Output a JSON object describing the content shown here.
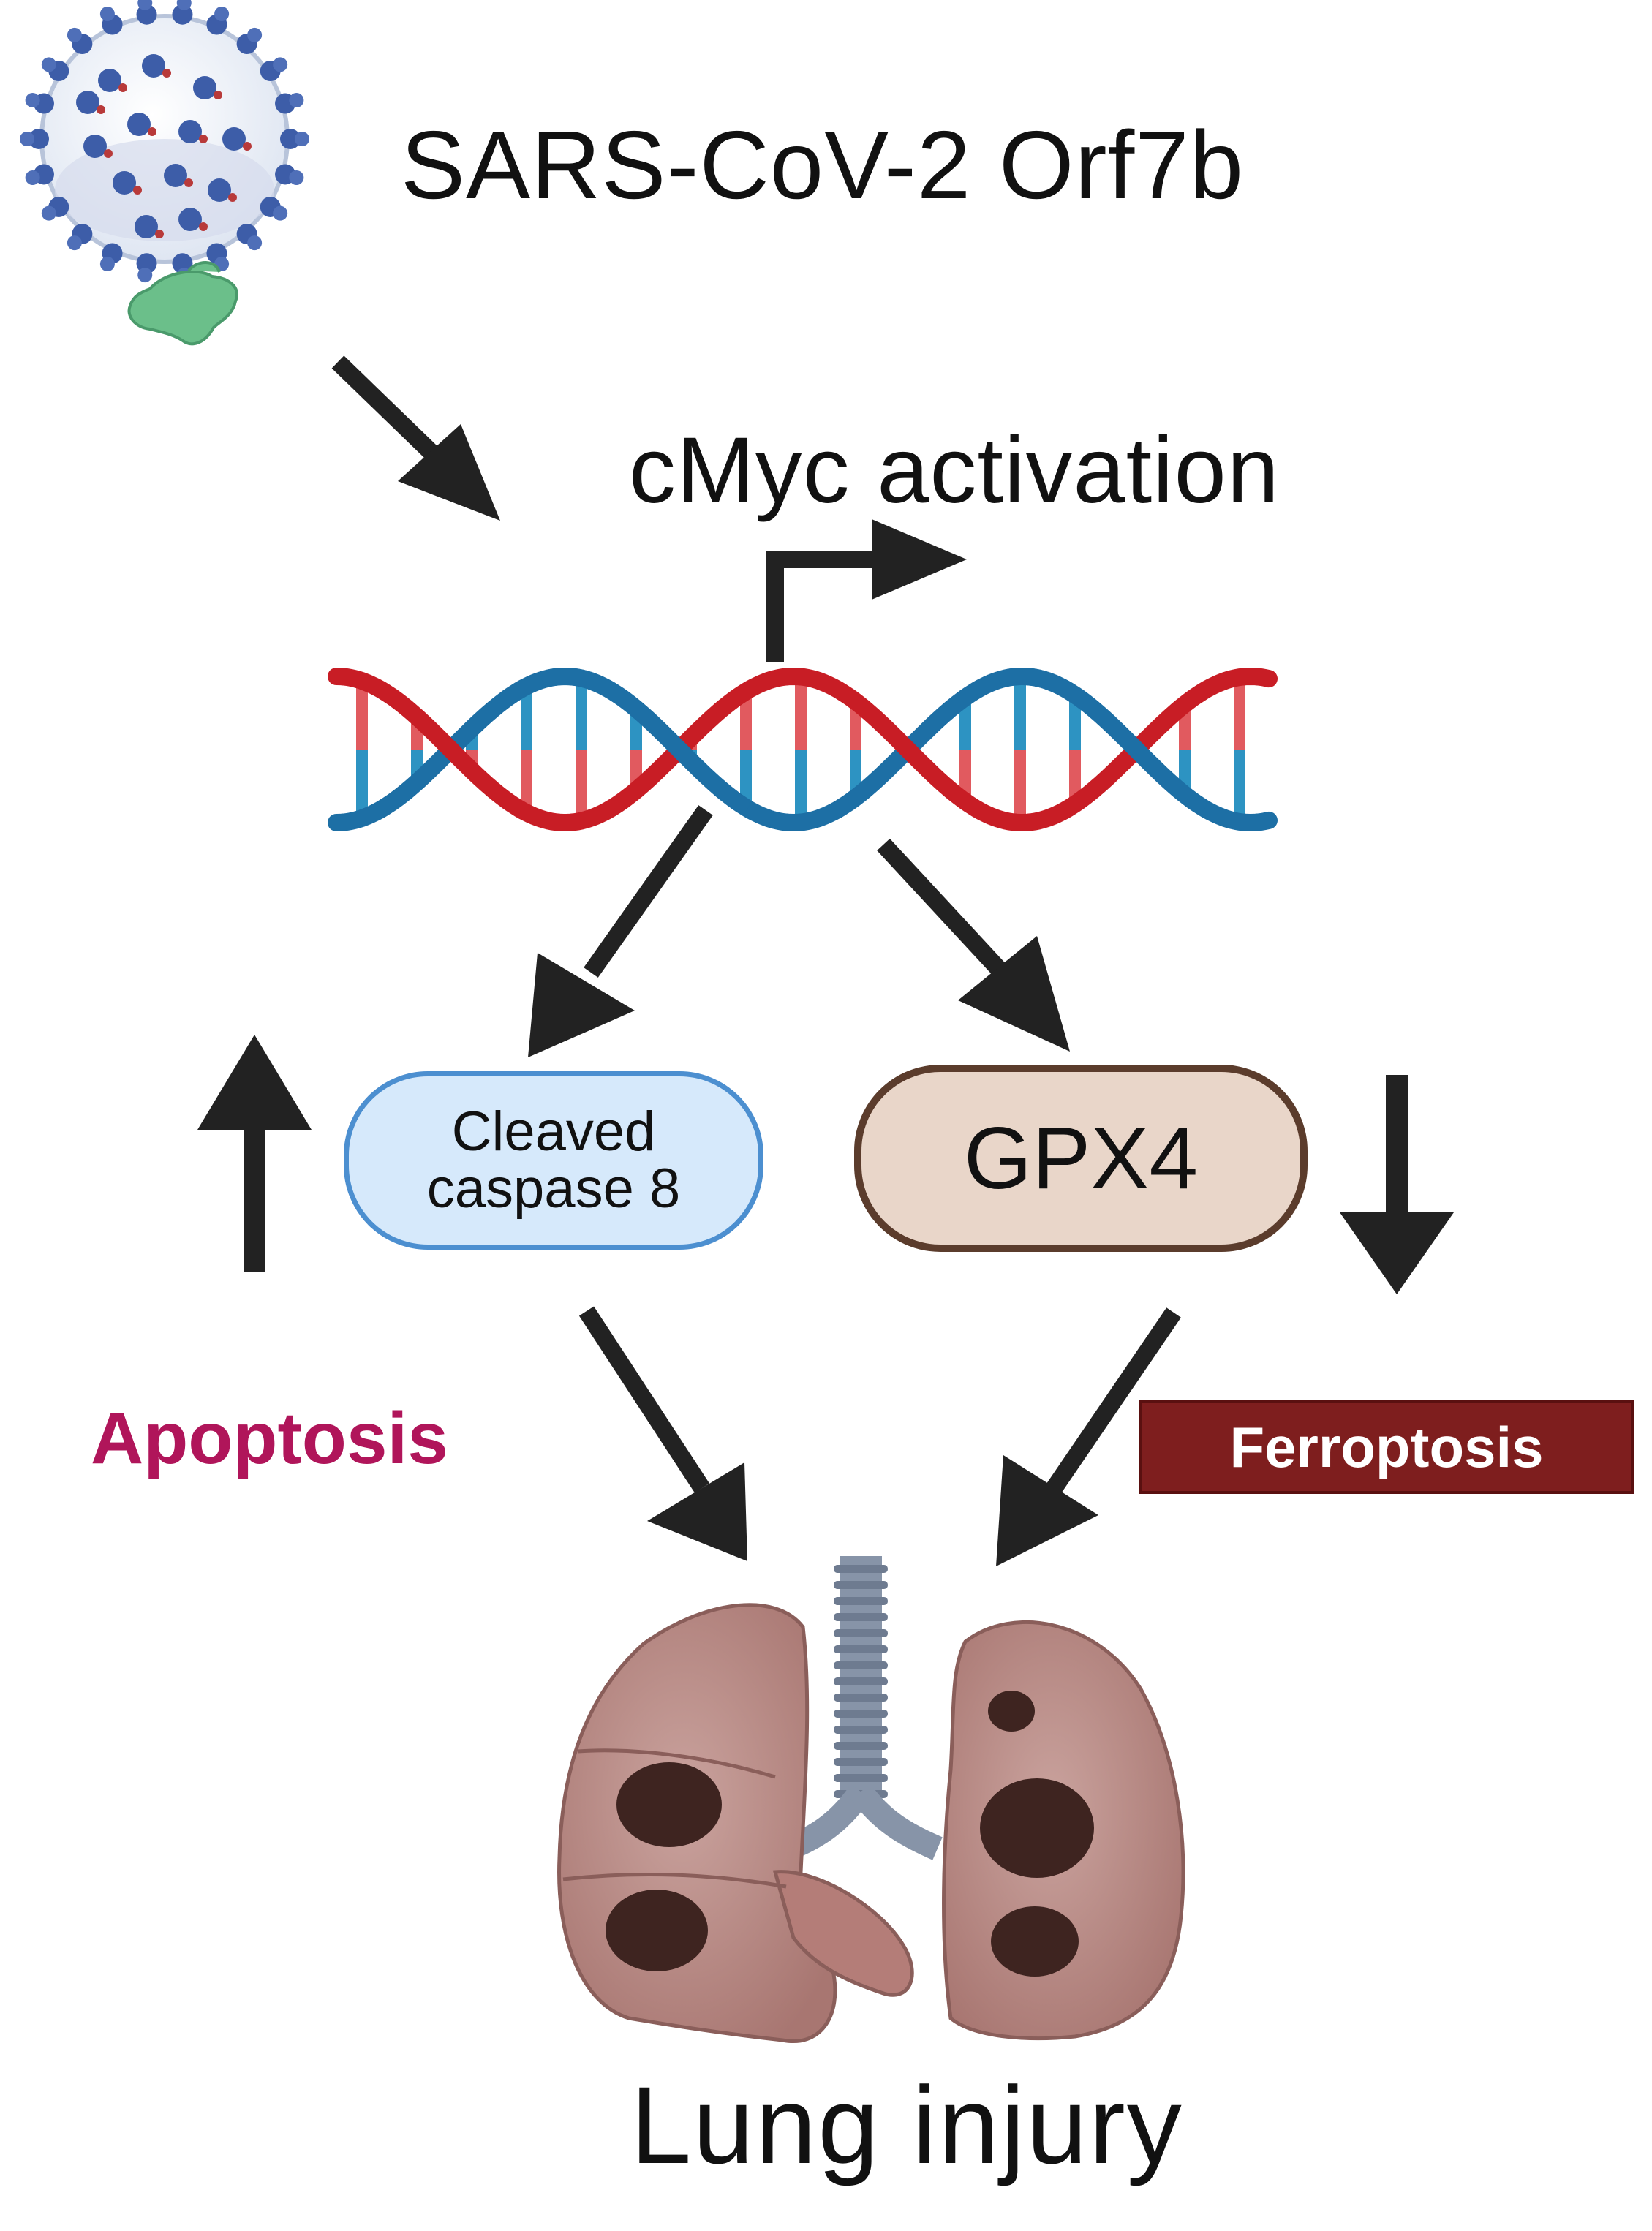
{
  "title": "SARS-CoV-2 Orf7b",
  "activation_label": "cMyc activation",
  "caspase": {
    "line1": "Cleaved",
    "line2": "caspase 8"
  },
  "gpx4": "GPX4",
  "apoptosis": "Apoptosis",
  "ferroptosis": "Ferroptosis",
  "outcome": "Lung injury",
  "colors": {
    "arrow": "#222222",
    "dna_red": "#c81d25",
    "dna_blue": "#1d6fa5",
    "apoptosis_text": "#b0155a",
    "ferroptosis_fill": "#7e1e1e",
    "caspase_fill": "#d6e9fb",
    "caspase_border": "#4c8fd0",
    "gpx4_fill": "#e9d6c9",
    "gpx4_border": "#5b3c2c",
    "lung": "#b98a86",
    "lesion": "#3e2420",
    "trachea": "#8794a8",
    "virus": "#3d5da8",
    "orf7b": "#6bbf8a"
  },
  "icons": [
    "virus-icon",
    "orf7b-protein-icon",
    "dna-helix-icon",
    "transcription-start-arrow-icon",
    "lungs-icon"
  ]
}
